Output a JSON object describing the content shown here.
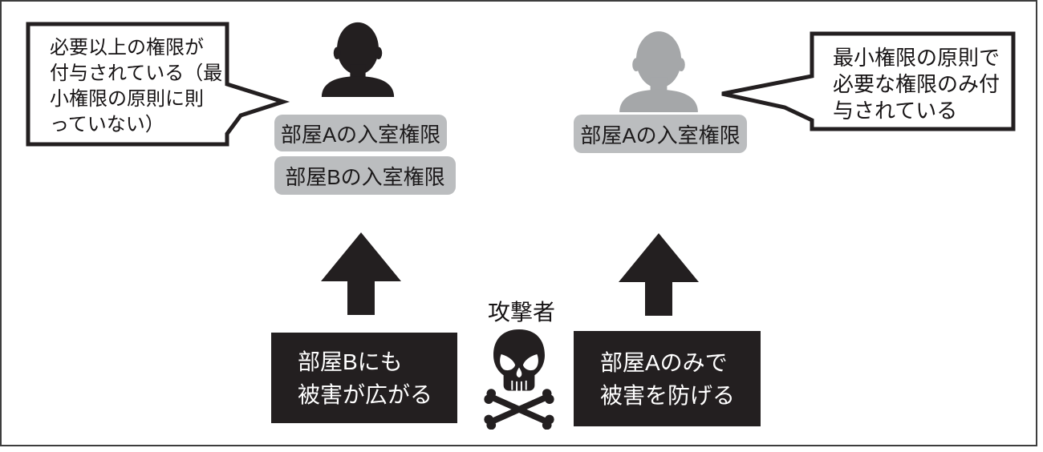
{
  "callouts": {
    "left": {
      "full_text": "必要以上の権限が付与されている（最小権限の原則に則っていない）",
      "lines": [
        "必要以上の権限が",
        "付与されている（最",
        "小権限の原則に則",
        "っていない）"
      ]
    },
    "right": {
      "full_text": "最小権限の原則で必要な権限のみ付与されている",
      "lines": [
        "最小権限の原則で",
        "必要な権限のみ付",
        "与されている"
      ]
    }
  },
  "persons": {
    "left": {
      "permissions": [
        "部屋Aの入室権限",
        "部屋Bの入室権限"
      ]
    },
    "right": {
      "permissions": [
        "部屋Aの入室権限"
      ]
    }
  },
  "attacker": {
    "label": "攻撃者"
  },
  "outcomes": {
    "left": {
      "full_text": "部屋Bにも被害が広がる",
      "lines": [
        "部屋Bにも",
        "被害が広がる"
      ]
    },
    "right": {
      "full_text": "部屋Aのみで被害を防げる",
      "lines": [
        "部屋Aのみで",
        "被害を防げる"
      ]
    }
  },
  "colors": {
    "ink": "#231f20",
    "person_gray": "#a5a7a9",
    "chip_gray": "#bbbdbf",
    "frame_gray": "#3d3d3d",
    "bubble_fill": "#ffffff",
    "text_on_dark": "#ffffff"
  }
}
